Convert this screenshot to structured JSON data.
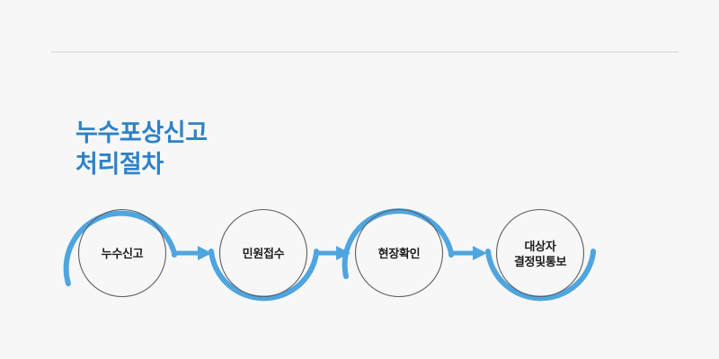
{
  "page": {
    "background_color": "#f7f7f7",
    "accent_color": "#4ea5e0",
    "title_color": "#2d82c8",
    "outline_color": "#5d5d5d",
    "divider_color": "#e3e3e3"
  },
  "heading": {
    "line1": "누수포상신고",
    "line2": "처리절차"
  },
  "flow": {
    "steps": [
      {
        "label_line1": "누수신고",
        "label_line2": "",
        "arc": "top"
      },
      {
        "label_line1": "민원접수",
        "label_line2": "",
        "arc": "bottom"
      },
      {
        "label_line1": "현장확인",
        "label_line2": "",
        "arc": "top"
      },
      {
        "label_line1": "대상자",
        "label_line2": "결정및통보",
        "arc": "bottom"
      }
    ],
    "connectors": [
      {
        "from": "누수신고",
        "to": "민원접수",
        "direction": "right"
      },
      {
        "from": "민원접수",
        "to": "현장확인",
        "direction": "right"
      },
      {
        "from": "현장확인",
        "to": "대상자 결정및통보",
        "direction": "right"
      }
    ]
  }
}
